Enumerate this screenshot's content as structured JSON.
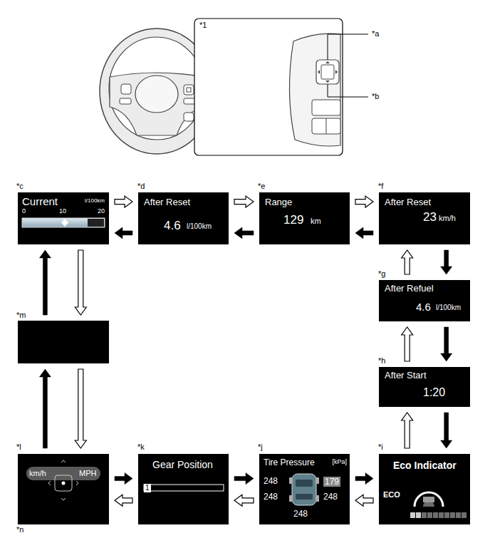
{
  "diagram": {
    "nodes": [
      {
        "text": [
          "Current",
          "l/100km",
          "0",
          "10",
          "20"
        ]
      },
      {
        "text": [
          "After Reset",
          "4.6",
          "l/100km"
        ]
      },
      {
        "text": [
          "Range",
          "129",
          "km"
        ]
      },
      {
        "text": [
          "After Reset",
          "23",
          "km/h"
        ]
      },
      {
        "text": [
          "After Refuel",
          "4.6",
          "l/100km"
        ]
      },
      {
        "text": []
      },
      {
        "text": [
          "After Start",
          "1:20"
        ]
      },
      {
        "text": [
          "km/h",
          "MPH"
        ]
      },
      {
        "text": [
          "Gear Position",
          "1"
        ]
      },
      {
        "text": [
          "Tire Pressure",
          "[kPa]",
          "248",
          "179",
          "248",
          "248",
          "248"
        ]
      },
      {
        "text": [
          "Eco Indicator",
          "ECO"
        ]
      }
    ],
    "edges": [
      {
        "from": 0,
        "to": 1,
        "arrow": "to"
      },
      {
        "from": 1,
        "to": 0,
        "arrow": "to"
      },
      {
        "from": 1,
        "to": 2,
        "arrow": "to"
      },
      {
        "from": 2,
        "to": 1,
        "arrow": "to"
      },
      {
        "from": 2,
        "to": 3,
        "arrow": "to"
      },
      {
        "from": 3,
        "to": 2,
        "arrow": "to"
      },
      {
        "from": 3,
        "to": 4,
        "arrow": "to"
      },
      {
        "from": 4,
        "to": 3,
        "arrow": "to"
      },
      {
        "from": 4,
        "to": 6,
        "arrow": "to"
      },
      {
        "from": 6,
        "to": 4,
        "arrow": "to"
      },
      {
        "from": 6,
        "to": 10,
        "arrow": "to"
      },
      {
        "from": 10,
        "to": 6,
        "arrow": "to"
      },
      {
        "from": 10,
        "to": 9,
        "arrow": "to"
      },
      {
        "from": 9,
        "to": 10,
        "arrow": "to"
      },
      {
        "from": 9,
        "to": 8,
        "arrow": "to"
      },
      {
        "from": 8,
        "to": 9,
        "arrow": "to"
      },
      {
        "from": 8,
        "to": 7,
        "arrow": "to"
      },
      {
        "from": 7,
        "to": 8,
        "arrow": "to"
      },
      {
        "from": 7,
        "to": 5,
        "arrow": "to"
      },
      {
        "from": 5,
        "to": 7,
        "arrow": "to"
      },
      {
        "from": 5,
        "to": 0,
        "arrow": "to"
      },
      {
        "from": 0,
        "to": 5,
        "arrow": "to"
      }
    ],
    "labels": [
      "*1",
      "*a",
      "*b",
      "*c",
      "*d",
      "*e",
      "*f",
      "*g",
      "*m",
      "*h",
      "*l",
      "*k",
      "*j",
      "*i",
      "*n"
    ]
  }
}
